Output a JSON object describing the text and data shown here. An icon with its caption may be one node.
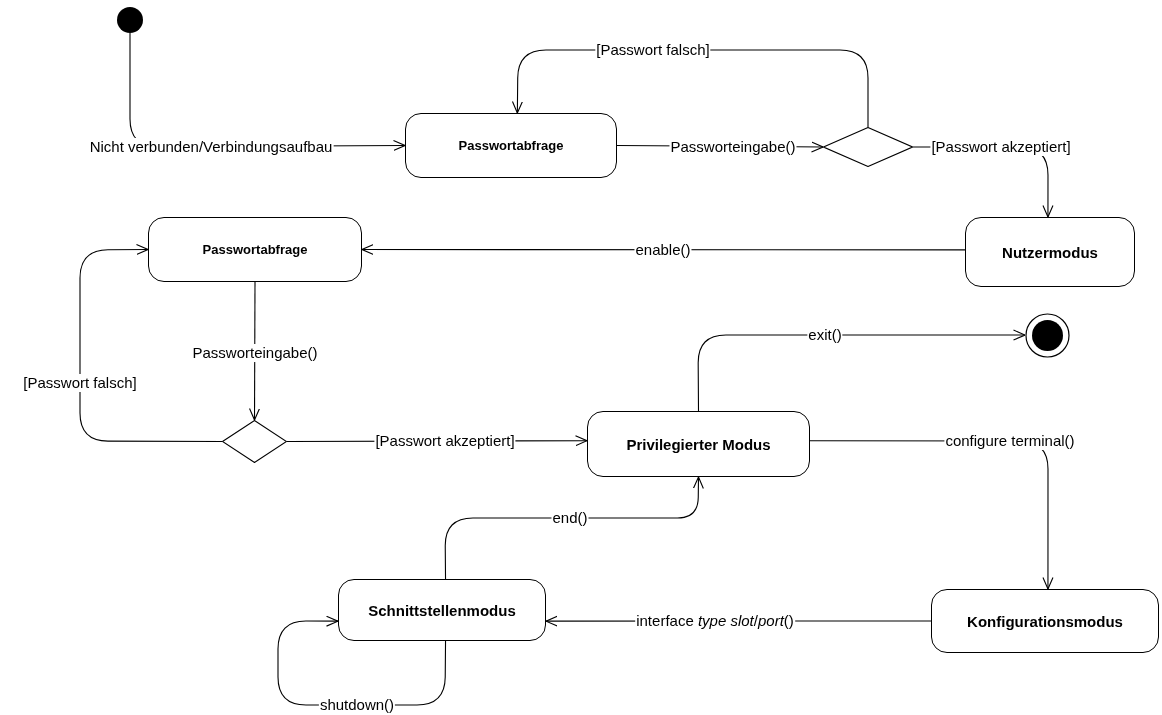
{
  "diagram": {
    "nodes": [
      {
        "text": [],
        "shape": "circle"
      },
      {
        "text": [
          "Passwortabfrage"
        ]
      },
      {
        "text": [],
        "shape": "diamond"
      },
      {
        "text": [
          "Nutzermodus"
        ]
      },
      {
        "text": [
          "Passwortabfrage"
        ]
      },
      {
        "text": [],
        "shape": "diamond"
      },
      {
        "text": [
          "Privilegierter Modus"
        ]
      },
      {
        "text": [],
        "shape": "circle"
      },
      {
        "text": [
          "Konfigurationsmodus"
        ]
      },
      {
        "text": [
          "Schnittstellenmodus"
        ]
      }
    ],
    "edges": [
      {
        "from": 0,
        "to": 1,
        "arrow": "to",
        "label": "Nicht verbunden/Verbindungsaufbau"
      },
      {
        "from": 1,
        "to": 2,
        "arrow": "to",
        "label": "Passworteingabe()"
      },
      {
        "from": 2,
        "to": 1,
        "arrow": "to",
        "label": "[Passwort falsch]"
      },
      {
        "from": 2,
        "to": 3,
        "arrow": "to",
        "label": "[Passwort akzeptiert]"
      },
      {
        "from": 3,
        "to": 4,
        "arrow": "to",
        "label": "enable()"
      },
      {
        "from": 4,
        "to": 5,
        "arrow": "to",
        "label": "Passworteingabe()"
      },
      {
        "from": 5,
        "to": 4,
        "arrow": "to",
        "label": "[Passwort falsch]"
      },
      {
        "from": 5,
        "to": 6,
        "arrow": "to",
        "label": "[Passwort akzeptiert]"
      },
      {
        "from": 6,
        "to": 7,
        "arrow": "to",
        "label": "exit()"
      },
      {
        "from": 6,
        "to": 8,
        "arrow": "to",
        "label": "configure terminal()"
      },
      {
        "from": 9,
        "to": 6,
        "arrow": "to",
        "label": "end()"
      },
      {
        "from": 8,
        "to": 9,
        "arrow": "to",
        "label": "interface *type slot*/*port*()"
      },
      {
        "from": 9,
        "to": 9,
        "arrow": "to",
        "label": "shutdown()"
      }
    ]
  }
}
